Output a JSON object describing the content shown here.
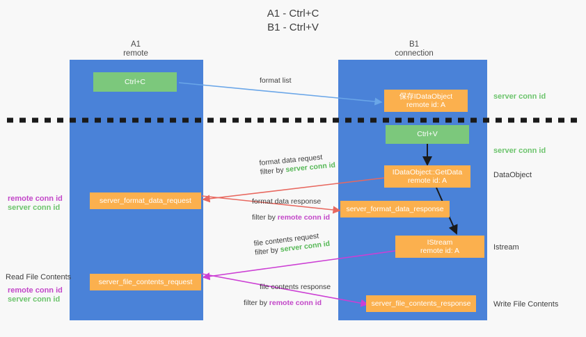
{
  "diagram": {
    "title": "A1 - Ctrl+C\nB1 - Ctrl+V",
    "background_color": "#f8f8f8",
    "lane_color": "#4a82d8",
    "green_box_color": "#7cc87c",
    "orange_box_color": "#fbb04e",
    "green_text_color": "#56b856",
    "purple_text_color": "#c246c8"
  },
  "columns": [
    {
      "name": "A1",
      "sub": "remote",
      "header": "A1\nremote"
    },
    {
      "name": "B1",
      "sub": "connection",
      "header": "B1\nconnection"
    }
  ],
  "nodes": [
    {
      "id": "ctrl-c",
      "label": "Ctrl+C",
      "type": "green"
    },
    {
      "id": "save-idataobject",
      "label": "保存IDataObject\nremote id: A",
      "line1": "保存IDataObject",
      "line2": "remote id: A",
      "type": "orange"
    },
    {
      "id": "ctrl-v",
      "label": "Ctrl+V",
      "type": "green"
    },
    {
      "id": "idataobject-getdata",
      "label": "IDataObject::GetData\nremote id: A",
      "line1": "IDataObject::GetData",
      "line2": "remote id: A",
      "type": "orange"
    },
    {
      "id": "server-format-data-request",
      "label": "server_format_data_request",
      "type": "orange"
    },
    {
      "id": "server-format-data-response",
      "label": "server_format_data_response",
      "type": "orange"
    },
    {
      "id": "istream",
      "label": "IStream\nremote id: A",
      "line1": "IStream",
      "line2": "remote id: A",
      "type": "orange"
    },
    {
      "id": "server-file-contents-request",
      "label": "server_file_contents_request",
      "type": "orange"
    },
    {
      "id": "server-file-contents-response",
      "label": "server_file_contents_response",
      "type": "orange"
    }
  ],
  "edge_labels": [
    {
      "id": "format-list",
      "text": "format list"
    },
    {
      "id": "format-data-request",
      "line1": "format data request",
      "line2_prefix": "filter by ",
      "line2_token": "server conn id",
      "token_color": "green"
    },
    {
      "id": "format-data-response",
      "line1": "format data response",
      "line2_prefix": "filter by ",
      "line2_token": "remote conn id",
      "token_color": "purple"
    },
    {
      "id": "file-contents-request",
      "line1": "file contents request",
      "line2_prefix": "filter by ",
      "line2_token": "server conn id",
      "token_color": "green"
    },
    {
      "id": "file-contents-response",
      "line1": "file contents response",
      "line2_prefix": "filter by ",
      "line2_token": "remote conn id",
      "token_color": "purple"
    }
  ],
  "right_annotations": [
    {
      "id": "server-conn-id-1",
      "text": "server conn id",
      "style": "green"
    },
    {
      "id": "server-conn-id-2",
      "text": "server conn id",
      "style": "green"
    },
    {
      "id": "dataobject",
      "text": "DataObject",
      "style": "plain"
    },
    {
      "id": "istream-label",
      "text": "Istream",
      "style": "plain"
    },
    {
      "id": "write-file-contents",
      "text": "Write File Contents",
      "style": "plain"
    }
  ],
  "left_annotations": [
    {
      "id": "remote-conn-id-1",
      "text": "remote conn id",
      "style": "purple"
    },
    {
      "id": "server-conn-id-left-1",
      "text": "server conn id",
      "style": "green"
    },
    {
      "id": "read-file-contents",
      "text": "Read File Contents",
      "style": "plain"
    },
    {
      "id": "remote-conn-id-2",
      "text": "remote conn id",
      "style": "purple"
    },
    {
      "id": "server-conn-id-left-2",
      "text": "server conn id",
      "style": "green"
    }
  ]
}
